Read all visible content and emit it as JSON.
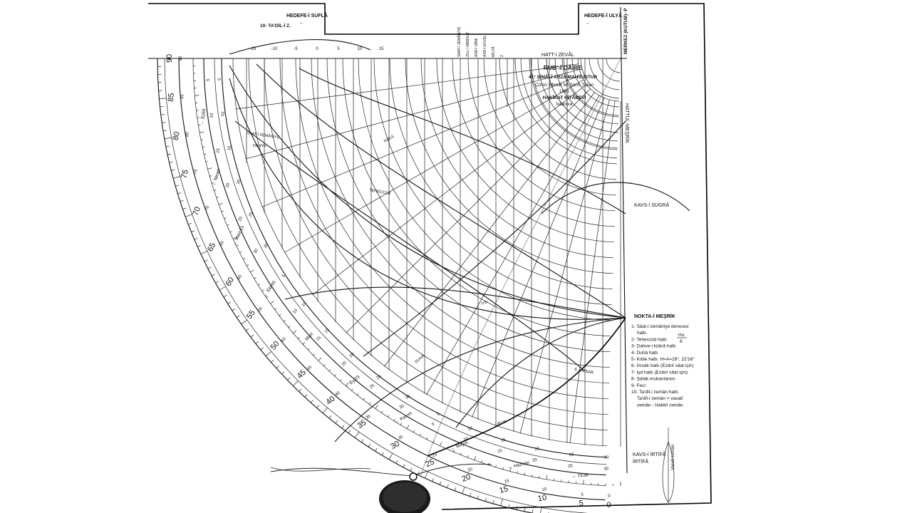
{
  "board": {
    "hedefe_sufla": "HEDEFE-İ SUFLÂ",
    "hedefe_ulya": "HEDEFE-İ ULYÂ",
    "tadil_z": "10- TA'DİL-İ Z.",
    "hatt_zeval": "HATT-İ ZEVÂL",
    "merkez": "MERKEZ (KUTUB)- P",
    "hattul_mesrik": "HATTUL-MEŞRİK",
    "kavs_sugra": "KAVS-İ SUGRÂ",
    "nokta_mesrik": "NOKTA-İ MEŞRİK",
    "kavs_irtifa": "KAVS-İ İRTİFÂ",
    "vasati_zeman": "Vasati zemân",
    "ufuk": "UFUK",
    "imsak_line": "6 - İMSAK"
  },
  "title_block": {
    "title": "RUB'-İ DÂİRE",
    "subtitle": "41° ŞİMÂLÎ ARZA MAHSUSTUR",
    "author": "Çizim: Mimâr M. Sâmi Turan",
    "year": "1981",
    "publisher": "HAKÎKAT KİTÂBEVİ",
    "city": "İstanbul"
  },
  "legend": [
    "1- Sâat-i zemâniye derecesi",
    "hattı.",
    "2- Teheccüd hattı",
    "3- Dahve-i kübrâ hattı",
    "4- Duhâ hattı",
    "5- Kıble hattı. H=A=29°, 22'16\"",
    "6- İmsâk hattı (Ezânî sâat için)",
    "7- Iyd hattı (Ezânî sâat için)",
    "8- Şafak mukantarası",
    "9- Fecr",
    "10- Ta'dîl-i zemân hattı.",
    "Ta'dîl-i zemân = vasatî",
    "zemân - Hakikî zemân"
  ],
  "legend_fraction": {
    "num": "Ho",
    "den": "6"
  },
  "curve_labels": [
    "SAAT-İ ZEMÂNİYE",
    "DAHVE",
    "TEHECCÜD",
    "DUHÂ",
    "KIBLE",
    "IYD"
  ],
  "month_labels": [
    "Eylül",
    "Nisan",
    "Mart 21",
    "Ekim",
    "Mart",
    "Ey.23",
    "Kasım",
    "Mayıs",
    "Haziran",
    "Ocak"
  ],
  "scale_major": [
    "90",
    "85",
    "80",
    "75",
    "70",
    "65",
    "60",
    "55",
    "50",
    "45",
    "40",
    "35",
    "30",
    "25",
    "20",
    "15",
    "10",
    "5",
    "0"
  ],
  "scale_minor": [
    "0",
    "5",
    "10",
    "15",
    "20",
    "25",
    "30",
    "35",
    "40",
    "45",
    "50",
    "55",
    "60",
    "65",
    "70",
    "75",
    "80",
    "85",
    "90"
  ],
  "ring_numbers": [
    "5",
    "10",
    "15",
    "20",
    "25",
    "30"
  ],
  "top_scale": [
    "-15",
    "-10",
    "-5",
    "0",
    "5",
    "10",
    "15"
  ],
  "sinus_labels": [
    "SAAT-İ ZEMÂNİYE",
    "ZILL-İ MEBSUT",
    "ASR-I SÂNİ",
    "ASR-I EVVEL",
    "MİLYÂ",
    "Z"
  ]
}
